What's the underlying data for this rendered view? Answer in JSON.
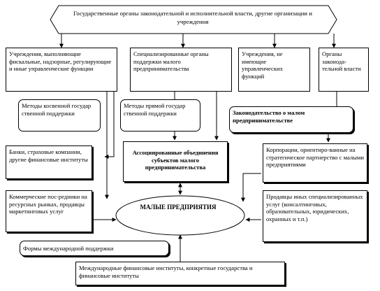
{
  "diagram": {
    "top": "Государственные органы законодательной и исполнительной власти, другие организации и учреждения",
    "row1": {
      "fiscal": "Учреждения, выполняющие фискальные, надзорные, регулирующие и иные управленческие функции",
      "specialized": "Специализированные органы поддержки малого предпринимательства",
      "nonmanaging": "Учреждения, не имеющие управленческих функций",
      "legislative": "Органы законода-тельной власти"
    },
    "indirect_methods": "Методы косвенной государ ственной поддержки",
    "direct_methods": "Методы прямой государ ственной поддержки",
    "legislation": "Законодательство о малом предпринимательстве",
    "banks": "Банки, страховые компании, другие финансовые институты",
    "associations": "Ассоциированные объединения субъектов малого предпринимательства",
    "corporations": "Корпорации, ориентиро-ванные на стратегическое партнерство с малыми предприятиями",
    "intermediaries": "Коммерческие пос-редники на ресурсных рынках, продавцы маркетинговых услуг",
    "center": "МАЛЫЕ ПРЕДПРИЯТИЯ",
    "sellers": "Продавцы иных специализированных услуг (консалтинговых, образовательных, юридических, охранных и т.п.)",
    "international_forms": "Формы международной поддержки",
    "international_institutions": "Международные финансовые институты, конкретные государства и финансовые институты"
  }
}
